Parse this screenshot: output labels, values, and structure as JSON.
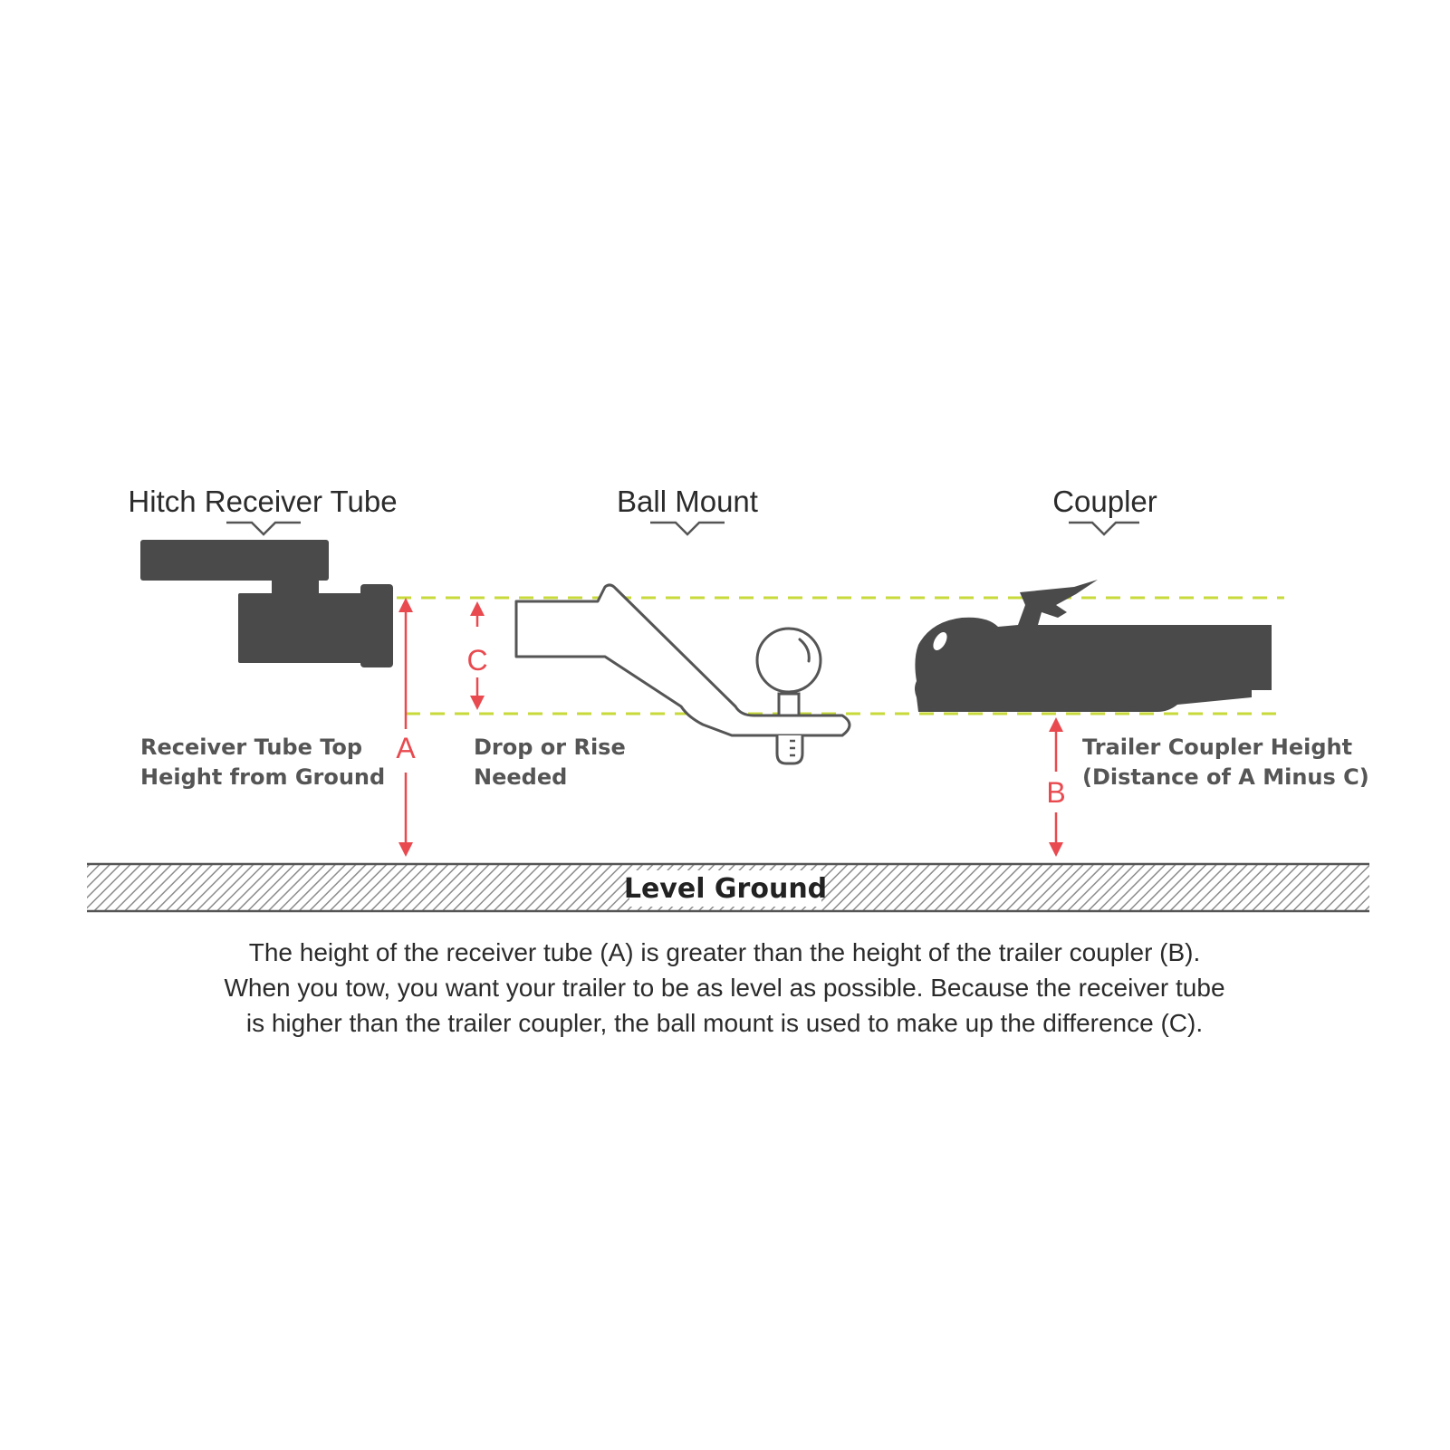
{
  "headings": {
    "receiver": "Hitch Receiver Tube",
    "ball_mount": "Ball Mount",
    "coupler": "Coupler"
  },
  "labels": {
    "receiver_line1": "Receiver Tube Top",
    "receiver_line2": "Height from Ground",
    "drop_line1": "Drop or Rise",
    "drop_line2": "Needed",
    "coupler_line1": "Trailer Coupler Height",
    "coupler_line2": "(Distance of A Minus C)"
  },
  "dimensions": {
    "a": "A",
    "b": "B",
    "c": "C"
  },
  "ground": {
    "label": "Level Ground"
  },
  "caption": {
    "line1": "The height of the receiver tube (A) is greater than the height of the trailer coupler (B).",
    "line2": "When you tow, you want your trailer to be as level as possible. Because the receiver tube",
    "line3": "is higher than the trailer coupler, the ball mount is used to make up the difference (C)."
  },
  "colors": {
    "part_fill": "#4a4a4a",
    "dimension_red": "#e84a4f",
    "guide_line": "#c8da3a",
    "text": "#2b2b2b"
  }
}
